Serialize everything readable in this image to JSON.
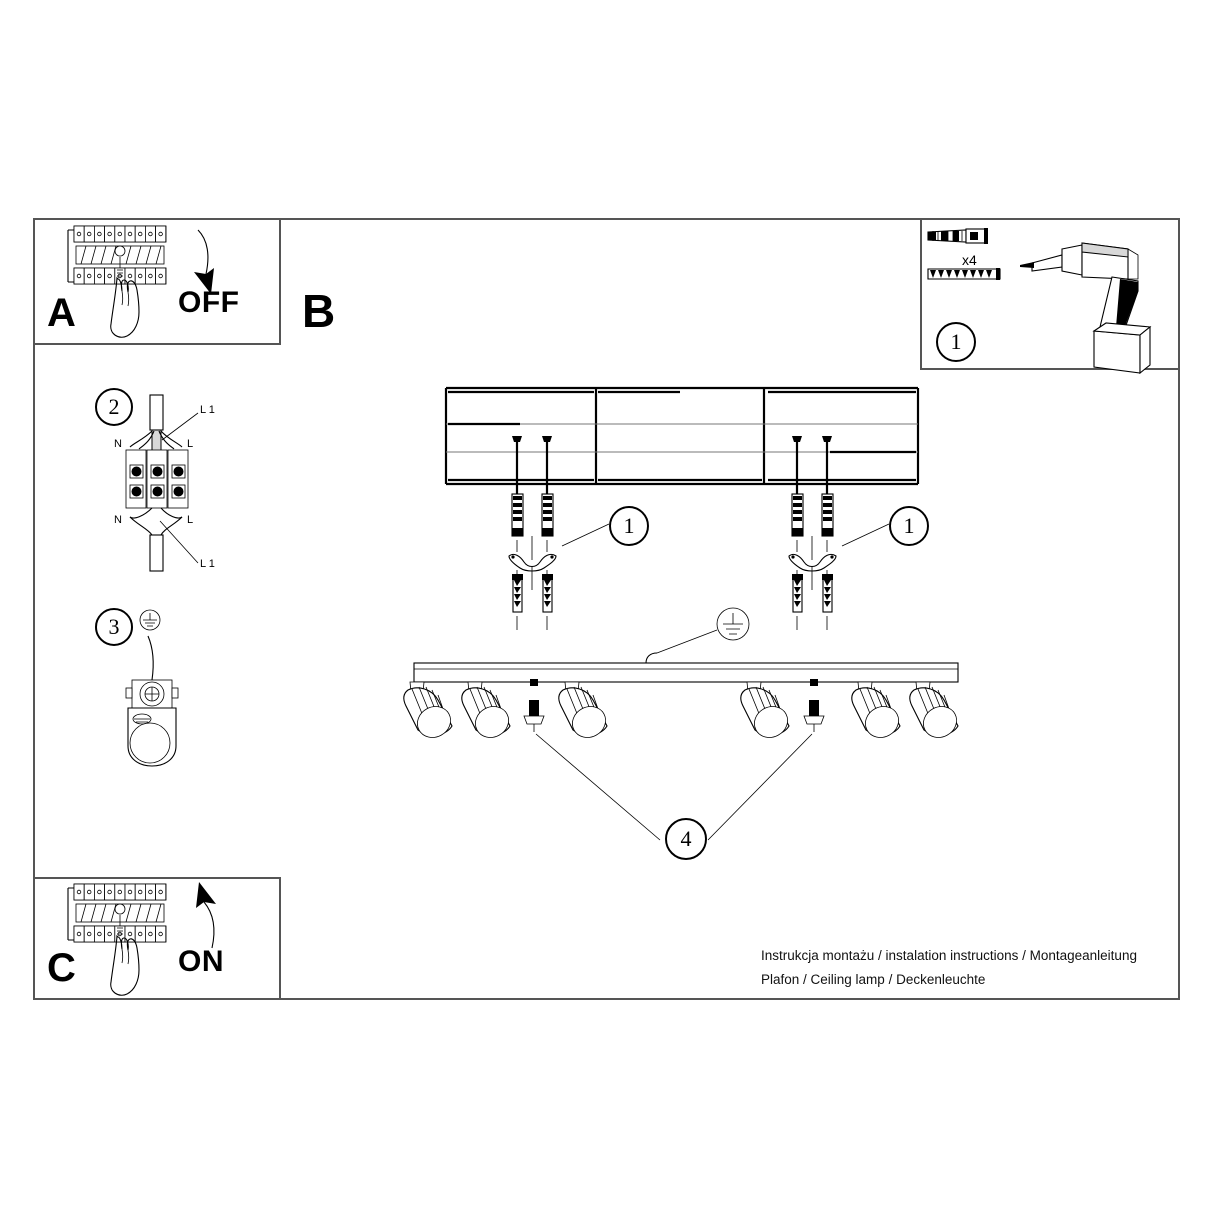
{
  "document": {
    "type": "assembly-instruction-sheet",
    "footer": {
      "line1": "Instrukcja montażu / instalation instructions / Montageanleitung",
      "line2": "Plafon / Ceiling lamp / Deckenleuchte"
    }
  },
  "panels": {
    "a": {
      "letter": "A",
      "action_label": "OFF",
      "icon": "circuit-breaker-panel-hand-off"
    },
    "b": {
      "letter": "B"
    },
    "c": {
      "letter": "C",
      "action_label": "ON",
      "icon": "circuit-breaker-panel-hand-on"
    }
  },
  "steps": {
    "one_parts": {
      "number": "1",
      "quantity": "x4",
      "items": [
        "wall-plug-anchor",
        "screw",
        "cordless-drill"
      ]
    },
    "two_terminal": {
      "number": "2",
      "terminal_labels_top": [
        "N",
        "L"
      ],
      "terminal_labels_bottom": [
        "N",
        "L"
      ],
      "wire_callout_top": "L 1",
      "wire_callout_bottom": "L 1"
    },
    "three_earth": {
      "number": "3",
      "symbol": "earth-ground"
    },
    "mount_left": {
      "number": "1"
    },
    "mount_right": {
      "number": "1"
    },
    "four_caps": {
      "number": "4"
    }
  },
  "fixture": {
    "earth_symbol": "earth-ground",
    "spotlight_count": 6,
    "cap_screw_count": 2
  }
}
